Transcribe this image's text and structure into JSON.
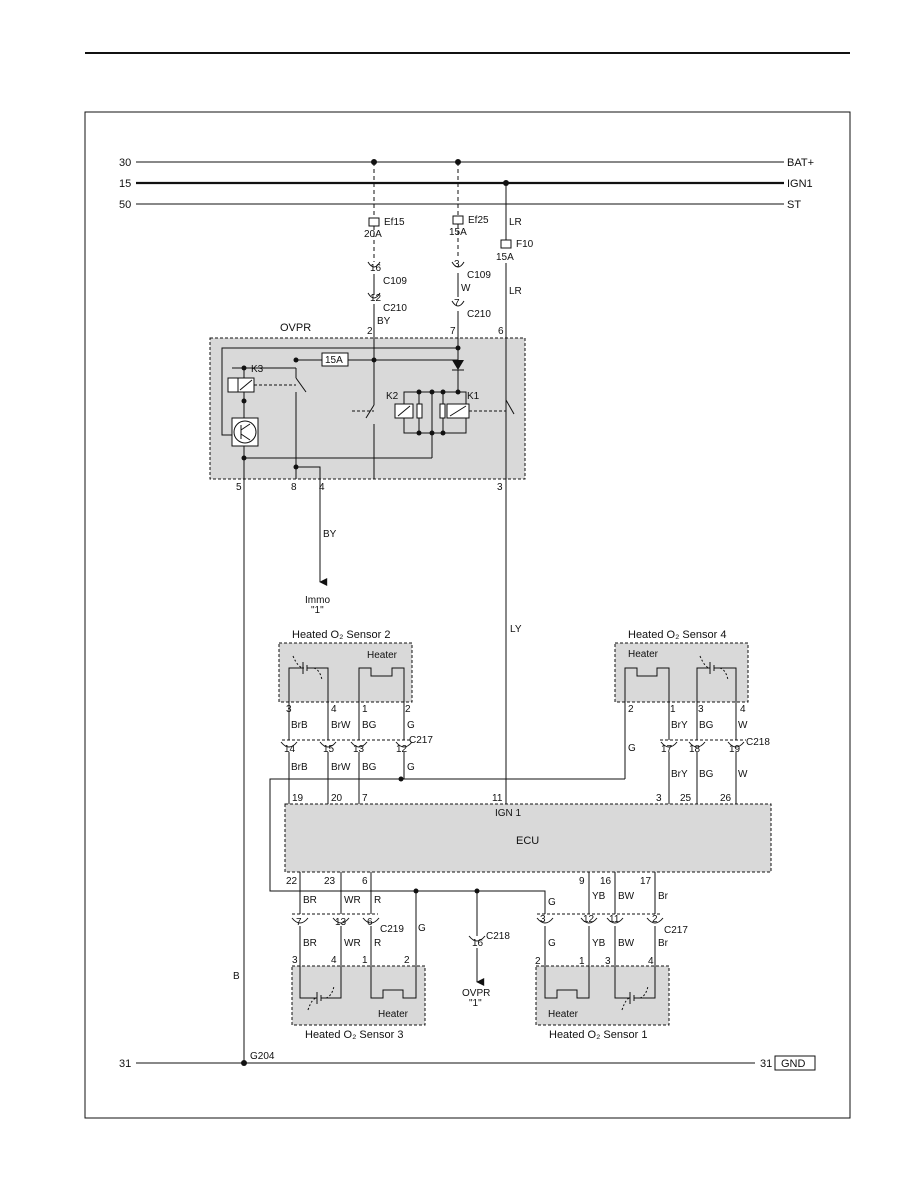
{
  "rails": {
    "r30": {
      "left": "30",
      "right": "BAT+"
    },
    "r15": {
      "left": "15",
      "right": "IGN1"
    },
    "r50": {
      "left": "50",
      "right": "ST"
    },
    "r31": {
      "left": "31",
      "right_num": "31",
      "right": "GND"
    }
  },
  "fuses": {
    "ef15": {
      "name": "Ef15",
      "rating": "20A"
    },
    "ef25": {
      "name": "Ef25",
      "rating": "15A"
    },
    "f10": {
      "name": "F10",
      "rating": "15A"
    }
  },
  "connectors": {
    "c109": "C109",
    "c210": "C210",
    "c217": "C217",
    "c218": "C218",
    "c219": "C219",
    "g204": "G204"
  },
  "ovpr": {
    "title": "OVPR",
    "fuse_inside": "15A",
    "relays": [
      "K3",
      "K2",
      "K1"
    ],
    "pins": {
      "p2": "2",
      "p7": "7",
      "p6": "6",
      "p5": "5",
      "p8": "8",
      "p4": "4",
      "p3": "3"
    }
  },
  "upper_pins": {
    "ef15_16": "16",
    "ef15_12": "12",
    "ef25_3": "3",
    "ef25_7": "7"
  },
  "wires": {
    "by": "BY",
    "w": "W",
    "lr": "LR",
    "ly": "LY",
    "b": "B",
    "g": "G",
    "brb": "BrB",
    "brw": "BrW",
    "bg": "BG",
    "bry": "BrY",
    "br": "BR",
    "wr": "WR",
    "r": "R",
    "yb": "YB",
    "bw": "BW",
    "brn": "Br"
  },
  "immo": {
    "line1": "Immo",
    "line2": "\"1\""
  },
  "ovpr_ref": {
    "line1": "OVPR",
    "line2": "\"1\""
  },
  "sensors": {
    "s1": {
      "title": "Heated O₂ Sensor 1",
      "heater": "Heater"
    },
    "s2": {
      "title": "Heated O₂ Sensor 2",
      "heater": "Heater"
    },
    "s3": {
      "title": "Heated O₂ Sensor 3",
      "heater": "Heater"
    },
    "s4": {
      "title": "Heated O₂ Sensor 4",
      "heater": "Heater"
    }
  },
  "pin_numbers": {
    "s2": [
      "3",
      "4",
      "1",
      "2"
    ],
    "c217a": [
      "14",
      "15",
      "13",
      "12"
    ],
    "s4": [
      "2",
      "1",
      "3",
      "4"
    ],
    "c218a": [
      "17",
      "18",
      "19"
    ],
    "ecu_top": [
      "19",
      "20",
      "7",
      "11",
      "3",
      "25",
      "26"
    ],
    "ecu_bottom": [
      "22",
      "23",
      "6",
      "9",
      "16",
      "17"
    ],
    "c219": [
      "7",
      "13",
      "6"
    ],
    "c218b": "16",
    "c217b": [
      "3",
      "12",
      "11",
      "2"
    ],
    "s3": [
      "3",
      "4",
      "1",
      "2"
    ],
    "s1": [
      "2",
      "1",
      "3",
      "4"
    ]
  },
  "ecu": {
    "title": "ECU",
    "ign": "IGN 1"
  }
}
